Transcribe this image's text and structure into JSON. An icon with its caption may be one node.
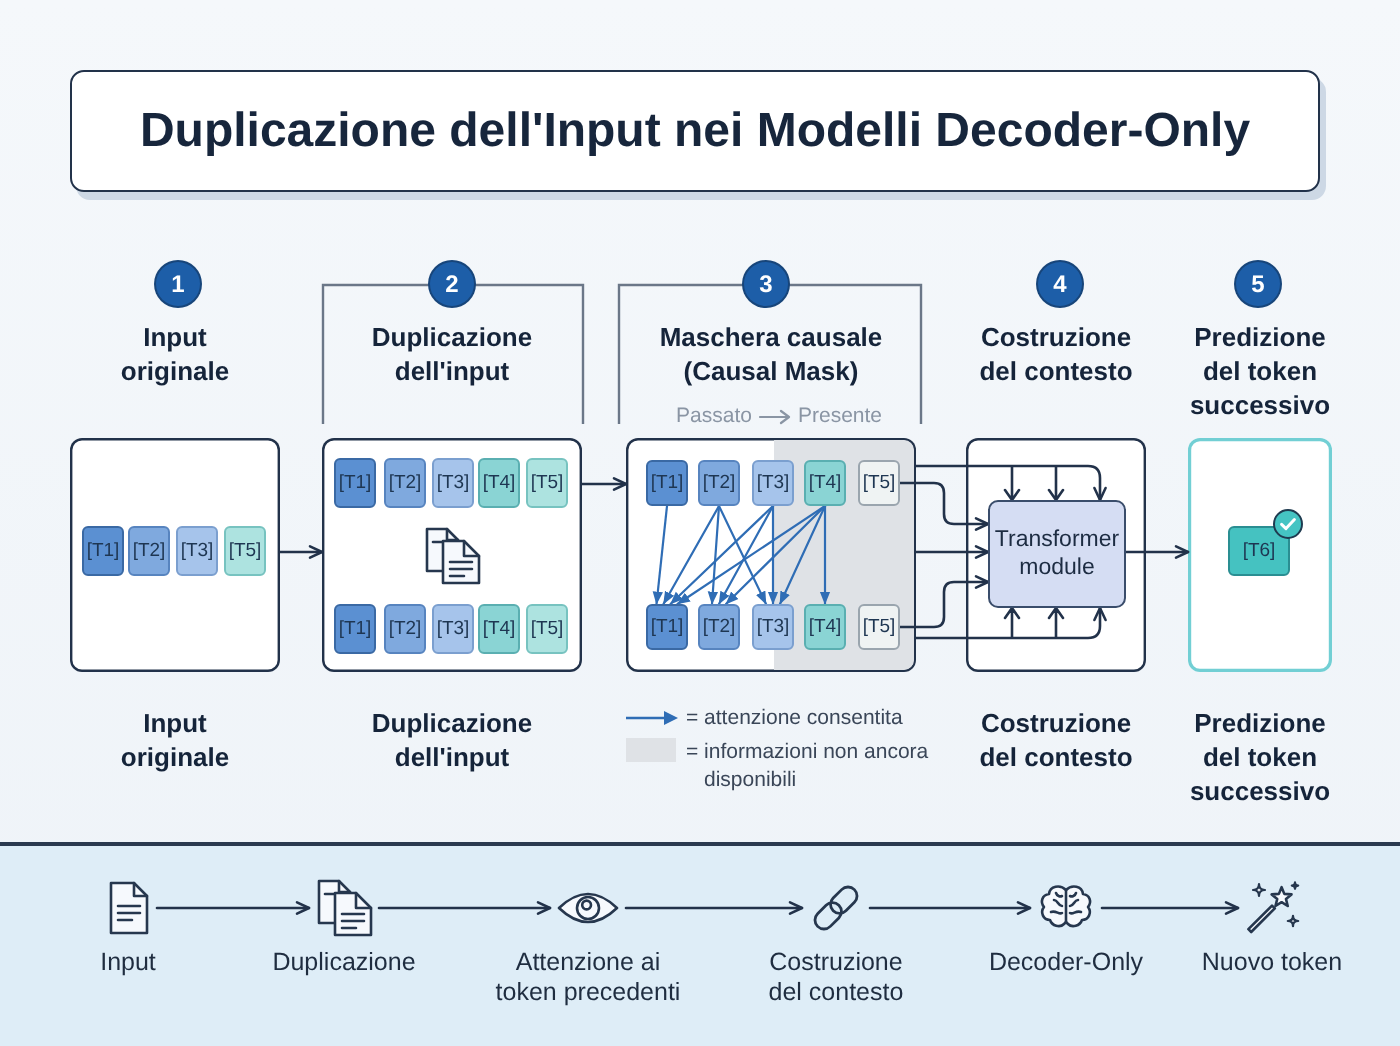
{
  "diagram": {
    "title": "Duplicazione dell'Input nei Modelli Decoder-Only",
    "nodes": [
      {
        "text": [
          "1"
        ]
      },
      {
        "text": [
          "2"
        ]
      },
      {
        "text": [
          "3"
        ]
      },
      {
        "text": [
          "4"
        ]
      },
      {
        "text": [
          "5"
        ]
      },
      {
        "text": [
          "Input originale"
        ],
        "beside": [
          "Input originale"
        ]
      },
      {
        "text": [
          "[T1]"
        ],
        "in": 5
      },
      {
        "text": [
          "[T2]"
        ],
        "in": 5
      },
      {
        "text": [
          "[T3]"
        ],
        "in": 5
      },
      {
        "text": [
          "[T5]"
        ],
        "in": 5
      },
      {
        "text": [
          "Duplicazione dell'input"
        ],
        "beside": [
          "Duplicazione dell'input"
        ]
      },
      {
        "text": [
          "[T1]"
        ],
        "in": 10
      },
      {
        "text": [
          "[T2]"
        ],
        "in": 10
      },
      {
        "text": [
          "[T3]"
        ],
        "in": 10
      },
      {
        "text": [
          "[T4]"
        ],
        "in": 10
      },
      {
        "text": [
          "[T5]"
        ],
        "in": 10
      },
      {
        "text": [
          "[T1]"
        ],
        "in": 10
      },
      {
        "text": [
          "[T2]"
        ],
        "in": 10
      },
      {
        "text": [
          "[T3]"
        ],
        "in": 10
      },
      {
        "text": [
          "[T4]"
        ],
        "in": 10
      },
      {
        "text": [
          "[T5]"
        ],
        "in": 10
      },
      {
        "text": [
          "Maschera causale (Causal Mask)"
        ]
      },
      {
        "text": [
          "[T1]"
        ],
        "in": 21
      },
      {
        "text": [
          "[T2]"
        ],
        "in": 21
      },
      {
        "text": [
          "[T3]"
        ],
        "in": 21
      },
      {
        "text": [
          "[T4]"
        ],
        "in": 21
      },
      {
        "text": [
          "[T5]"
        ],
        "in": 21
      },
      {
        "text": [
          "[T1]"
        ],
        "in": 21
      },
      {
        "text": [
          "[T2]"
        ],
        "in": 21
      },
      {
        "text": [
          "[T3]"
        ],
        "in": 21
      },
      {
        "text": [
          "[T4]"
        ],
        "in": 21
      },
      {
        "text": [
          "[T5]"
        ],
        "in": 21
      },
      {
        "text": [
          "Costruzione del contesto"
        ],
        "beside": [
          "Costruzione del contesto"
        ]
      },
      {
        "text": [
          "Transformer module"
        ],
        "in": 32
      },
      {
        "text": [
          "Predizione del token successivo"
        ],
        "beside": [
          "Predizione del token successivo"
        ]
      },
      {
        "text": [
          "[T6]"
        ],
        "in": 34
      },
      {
        "text": [],
        "shape": "band"
      },
      {
        "text": [
          "Input"
        ],
        "in": 36
      },
      {
        "text": [
          "Duplicazione"
        ],
        "in": 36
      },
      {
        "text": [
          "Attenzione ai token precedenti"
        ],
        "in": 36
      },
      {
        "text": [
          "Costruzione del contesto"
        ],
        "in": 36
      },
      {
        "text": [
          "Decoder-Only"
        ],
        "in": 36
      },
      {
        "text": [
          "Nuovo token"
        ],
        "in": 36
      }
    ],
    "edges": [
      {
        "from": 5,
        "to": 10,
        "arrow": "to"
      },
      {
        "from": 10,
        "to": 21,
        "arrow": "to"
      },
      {
        "from": 22,
        "to": 27,
        "arrow": "to",
        "color": "#2f6db5"
      },
      {
        "from": 23,
        "to": 27,
        "arrow": "to",
        "color": "#2f6db5"
      },
      {
        "from": 23,
        "to": 28,
        "arrow": "to",
        "color": "#2f6db5"
      },
      {
        "from": 23,
        "to": 29,
        "arrow": "to",
        "color": "#2f6db5"
      },
      {
        "from": 24,
        "to": 27,
        "arrow": "to",
        "color": "#2f6db5"
      },
      {
        "from": 24,
        "to": 28,
        "arrow": "to",
        "color": "#2f6db5"
      },
      {
        "from": 24,
        "to": 29,
        "arrow": "to",
        "color": "#2f6db5"
      },
      {
        "from": 25,
        "to": 27,
        "arrow": "to",
        "color": "#2f6db5"
      },
      {
        "from": 25,
        "to": 28,
        "arrow": "to",
        "color": "#2f6db5"
      },
      {
        "from": 25,
        "to": 29,
        "arrow": "to",
        "color": "#2f6db5"
      },
      {
        "from": 25,
        "to": 30,
        "arrow": "to",
        "color": "#2f6db5"
      },
      {
        "from": 21,
        "to": 33,
        "arrow": "to"
      },
      {
        "from": 26,
        "to": 33,
        "arrow": "to"
      },
      {
        "from": 21,
        "to": 33,
        "arrow": "to"
      },
      {
        "from": 31,
        "to": 33,
        "arrow": "to"
      },
      {
        "from": 21,
        "to": 33,
        "arrow": "to"
      },
      {
        "from": 33,
        "to": 34,
        "arrow": "to"
      },
      {
        "from": 37,
        "to": 38,
        "arrow": "to"
      },
      {
        "from": 38,
        "to": 39,
        "arrow": "to"
      },
      {
        "from": 39,
        "to": 40,
        "arrow": "to"
      },
      {
        "from": 40,
        "to": 41,
        "arrow": "to"
      },
      {
        "from": 41,
        "to": 42,
        "arrow": "to"
      }
    ],
    "labels": [
      "Passato",
      "Presente"
    ],
    "legend": [
      {
        "text": "= attenzione consentita"
      },
      {
        "text": "= informazioni non ancora disponibili",
        "color": "#dfe2e6"
      }
    ]
  }
}
